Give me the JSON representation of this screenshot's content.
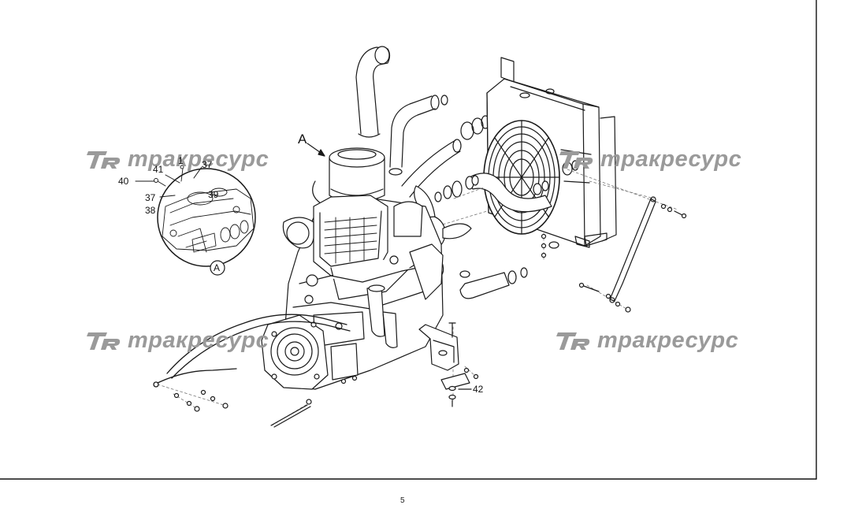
{
  "watermark": {
    "text": "трaкресурс",
    "color": "#9a9a9a"
  },
  "callouts": {
    "view_a_arrow": "A",
    "view_a_circle": "A",
    "c1": "1",
    "c41": "41",
    "c37_top": "37",
    "c40": "40",
    "c37_left": "37",
    "c39": "39",
    "c38": "38",
    "c42": "42"
  },
  "page_number": "5"
}
